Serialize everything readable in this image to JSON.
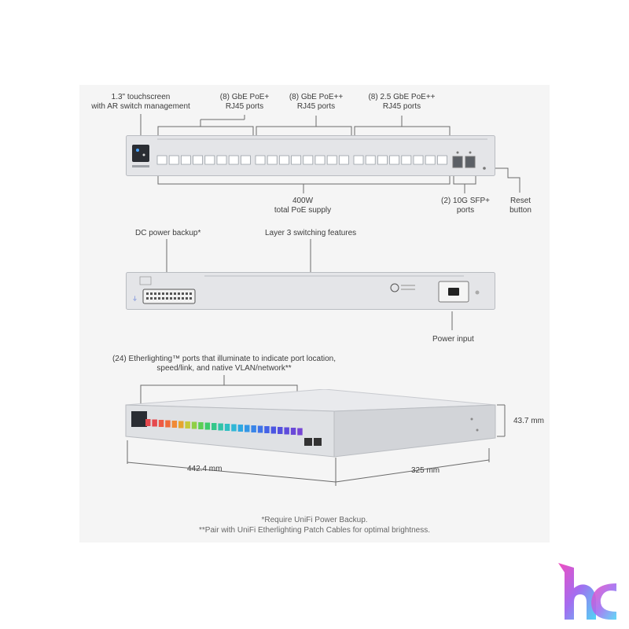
{
  "labels": {
    "touchscreen": [
      "1.3\" touchscreen",
      "with AR switch management"
    ],
    "gbe_poe_plus": [
      "(8) GbE PoE+",
      "RJ45 ports"
    ],
    "gbe_poe_plusplus": [
      "(8) GbE PoE++",
      "RJ45 ports"
    ],
    "gbe25_poe_plusplus": [
      "(8) 2.5 GbE PoE++",
      "RJ45 ports"
    ],
    "poe_supply": [
      "400W",
      "total PoE supply"
    ],
    "sfp": [
      "(2) 10G SFP+",
      "ports"
    ],
    "reset": [
      "Reset",
      "button"
    ],
    "dc_backup": "DC power backup*",
    "layer3": "Layer 3 switching features",
    "power_input": "Power input",
    "etherlighting": [
      "(24) Etherlighting™ ports that illuminate to indicate port location,",
      "speed/link, and native VLAN/network**"
    ],
    "height": "43.7 mm",
    "width": "442.4 mm",
    "depth": "325 mm"
  },
  "footnotes": {
    "note1": "*Require UniFi Power Backup.",
    "note2": "**Pair with UniFi Etherlighting Patch Cables for optimal brightness."
  },
  "colors": {
    "panel": "#f5f5f5",
    "device": "#e4e5e8",
    "device_edge": "#b9bcc1",
    "line": "#6a6a6a",
    "port_colors": [
      "#e5484d",
      "#e5484d",
      "#ee5a44",
      "#ef6a3b",
      "#f08a36",
      "#e6a52e",
      "#c6c93a",
      "#8fcf45",
      "#5ccf55",
      "#3ecb6b",
      "#34c78a",
      "#30c3a8",
      "#2fbfc2",
      "#30b7d6",
      "#2fa8e2",
      "#3497e6",
      "#3a85e8",
      "#3f73e8",
      "#4563e6",
      "#4b56e2",
      "#5450de",
      "#5e4cdb",
      "#6a49d8",
      "#7646d4"
    ]
  },
  "icons": {
    "brand_logo": "hc-gradient-logo",
    "ubiquiti_logo": "u-logo-icon"
  }
}
